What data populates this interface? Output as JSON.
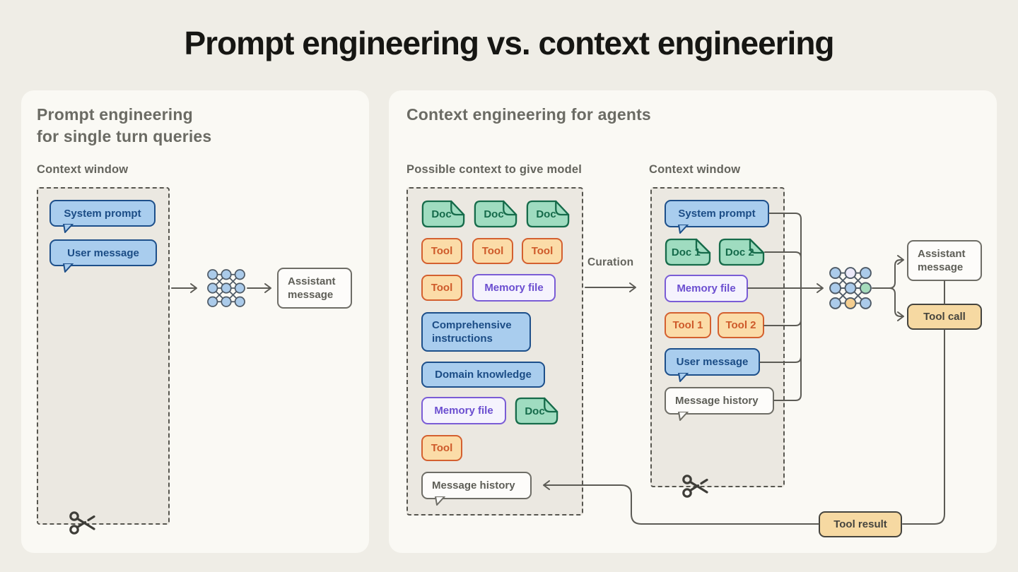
{
  "title": "Prompt engineering vs. context engineering",
  "colors": {
    "background": "#EFEDE6",
    "panel": "#FAF9F4",
    "blue": "#A9CDEE",
    "blue_border": "#1D4F8A",
    "green": "#9FDCC0",
    "green_border": "#166B4A",
    "orange": "#FBDCA8",
    "orange_border": "#D4602F",
    "purple_border": "#7A5CD6",
    "tan": "#F6D9A2",
    "connector": "#5C5B55"
  },
  "left_panel": {
    "heading_line1": "Prompt engineering",
    "heading_line2": "for single turn queries",
    "context_window_label": "Context window",
    "items": [
      {
        "type": "bubble-blue",
        "label": "System prompt"
      },
      {
        "type": "bubble-blue",
        "label": "User message"
      }
    ],
    "assistant_label": "Assistant message"
  },
  "right_panel": {
    "heading": "Context engineering for agents",
    "pool_label": "Possible context to give model",
    "window_label": "Context window",
    "curation_label": "Curation",
    "pool_items": [
      {
        "type": "doc",
        "label": "Doc"
      },
      {
        "type": "doc",
        "label": "Doc"
      },
      {
        "type": "doc",
        "label": "Doc"
      },
      {
        "type": "tool",
        "label": "Tool"
      },
      {
        "type": "tool",
        "label": "Tool"
      },
      {
        "type": "tool",
        "label": "Tool"
      },
      {
        "type": "tool",
        "label": "Tool"
      },
      {
        "type": "memory",
        "label": "Memory file"
      },
      {
        "type": "blue",
        "label": "Comprehensive instructions"
      },
      {
        "type": "blue",
        "label": "Domain knowledge"
      },
      {
        "type": "memory",
        "label": "Memory file"
      },
      {
        "type": "doc",
        "label": "Doc"
      },
      {
        "type": "tool",
        "label": "Tool"
      },
      {
        "type": "bubble-white",
        "label": "Message history"
      }
    ],
    "window_items": [
      {
        "type": "bubble-blue",
        "label": "System prompt"
      },
      {
        "type": "doc",
        "label": "Doc 1"
      },
      {
        "type": "doc",
        "label": "Doc 2"
      },
      {
        "type": "memory",
        "label": "Memory file"
      },
      {
        "type": "tool",
        "label": "Tool 1"
      },
      {
        "type": "tool",
        "label": "Tool 2"
      },
      {
        "type": "bubble-blue",
        "label": "User message"
      },
      {
        "type": "bubble-white",
        "label": "Message history"
      }
    ],
    "assistant_label": "Assistant message",
    "tool_call_label": "Tool call",
    "tool_result_label": "Tool result"
  }
}
